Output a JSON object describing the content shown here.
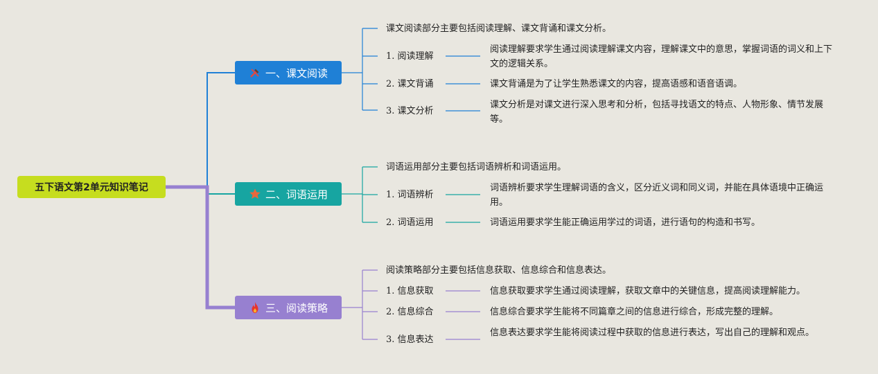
{
  "root": {
    "title": "五下语文第2单元知识笔记"
  },
  "colors": {
    "b1": "#1f80d6",
    "b2": "#17a5a1",
    "b3": "#9780d0",
    "root": "#c6dd1f"
  },
  "branches": [
    {
      "label": "一、课文阅读",
      "icon": "tools-icon",
      "summary": "课文阅读部分主要包括阅读理解、课文背诵和课文分析。",
      "items": [
        {
          "label": "1. 阅读理解",
          "desc": "阅读理解要求学生通过阅读理解课文内容，理解课文中的意思，掌握词语的词义和上下文的逻辑关系。"
        },
        {
          "label": "2. 课文背诵",
          "desc": "课文背诵是为了让学生熟悉课文的内容，提高语感和语音语调。"
        },
        {
          "label": "3. 课文分析",
          "desc": "课文分析是对课文进行深入思考和分析，包括寻找语文的特点、人物形象、情节发展等。"
        }
      ]
    },
    {
      "label": "二、词语运用",
      "icon": "star-icon",
      "summary": "词语运用部分主要包括词语辨析和词语运用。",
      "items": [
        {
          "label": "1. 词语辨析",
          "desc": "词语辨析要求学生理解词语的含义，区分近义词和同义词，并能在具体语境中正确运用。"
        },
        {
          "label": "2. 词语运用",
          "desc": "词语运用要求学生能正确运用学过的词语，进行语句的构造和书写。"
        }
      ]
    },
    {
      "label": "三、阅读策略",
      "icon": "fire-icon",
      "summary": "阅读策略部分主要包括信息获取、信息综合和信息表达。",
      "items": [
        {
          "label": "1. 信息获取",
          "desc": "信息获取要求学生通过阅读理解，获取文章中的关键信息，提高阅读理解能力。"
        },
        {
          "label": "2. 信息综合",
          "desc": "信息综合要求学生能将不同篇章之间的信息进行综合，形成完整的理解。"
        },
        {
          "label": "3. 信息表达",
          "desc": "信息表达要求学生能将阅读过程中获取的信息进行表达，写出自己的理解和观点。"
        }
      ]
    }
  ]
}
